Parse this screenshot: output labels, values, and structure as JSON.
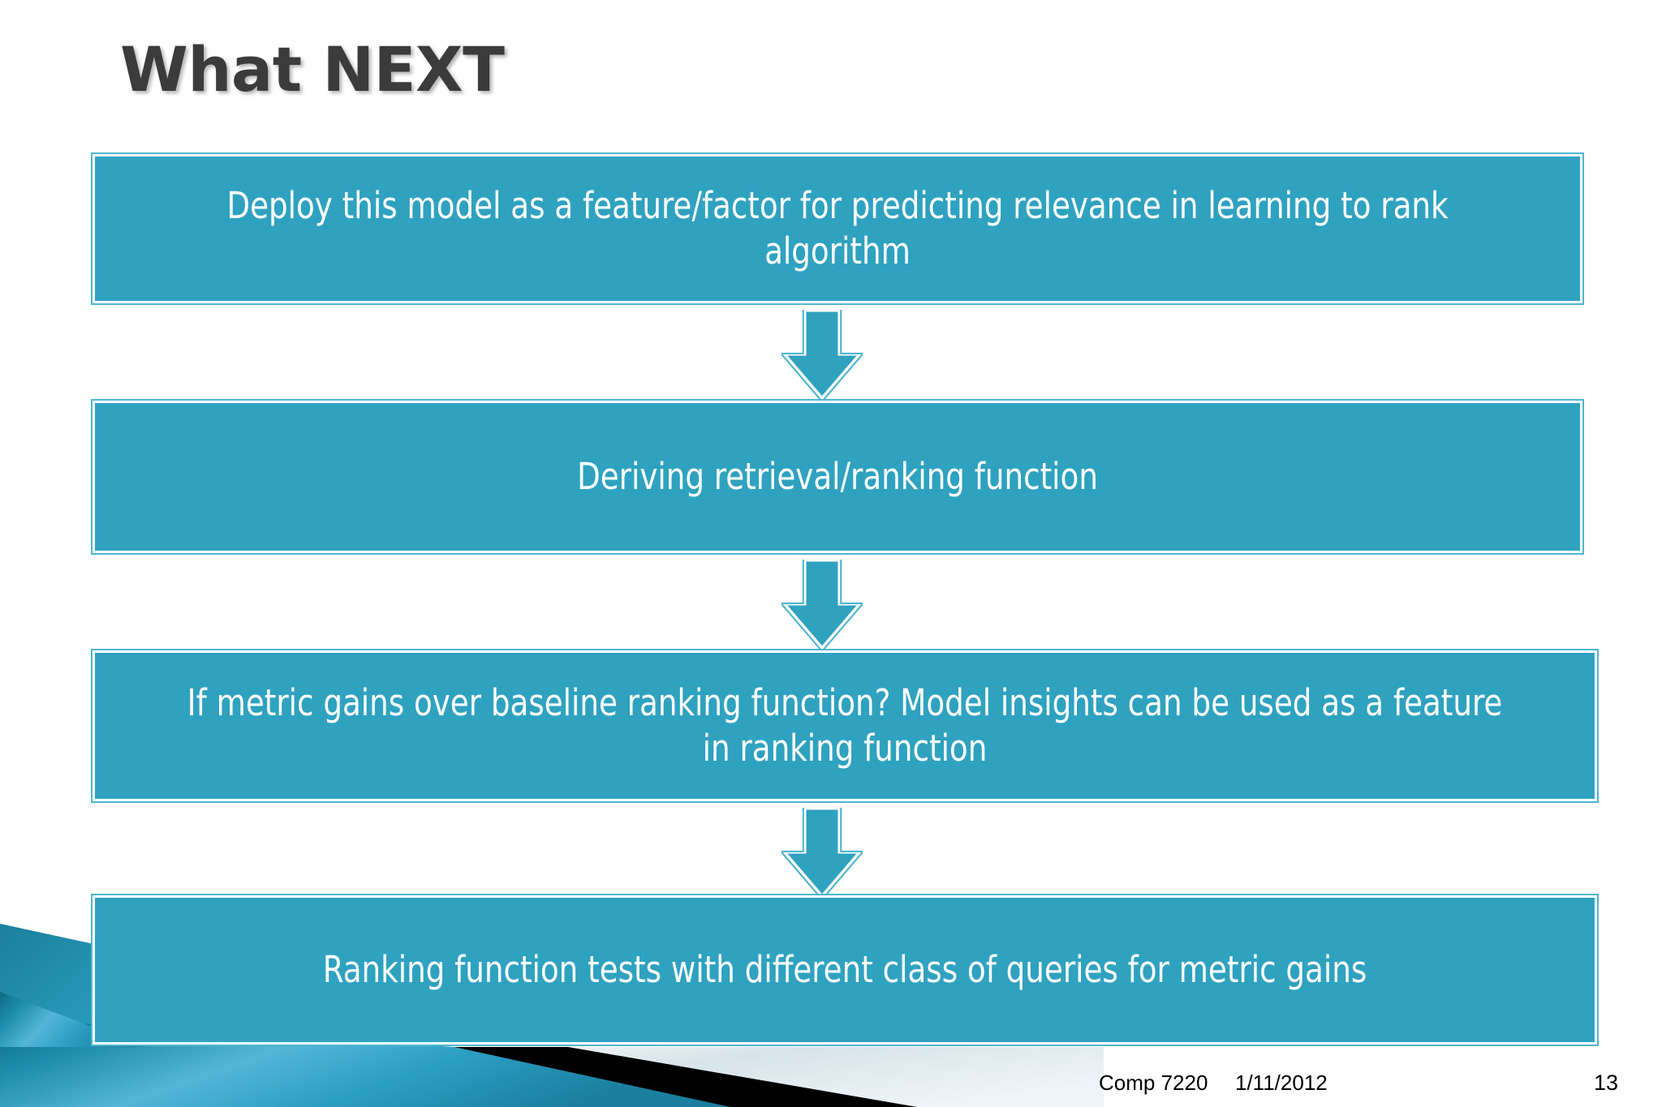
{
  "slide": {
    "title": "What NEXT",
    "colors": {
      "box_fill": "#2FA2C0",
      "box_border": "#4FB6CF",
      "box_inner_outline": "#FFFFFF",
      "title_text": "#3B3B3B",
      "box_text": "#FFFFFF",
      "background": "#FFFFFF",
      "decoration_black": "#000000",
      "decoration_light": "#DCE7EC"
    }
  },
  "flow": {
    "boxes": [
      {
        "id": "box-1",
        "text": "Deploy this model as a feature/factor for predicting relevance in learning to rank algorithm"
      },
      {
        "id": "box-2",
        "text": "Deriving retrieval/ranking function"
      },
      {
        "id": "box-3",
        "text": "If metric gains over baseline ranking function? Model insights can be used as a feature in ranking function"
      },
      {
        "id": "box-4",
        "text": "Ranking function tests with different class of queries for metric gains"
      }
    ],
    "arrows": [
      {
        "id": "arrow-1",
        "direction": "down"
      },
      {
        "id": "arrow-2",
        "direction": "down"
      },
      {
        "id": "arrow-3",
        "direction": "down"
      }
    ]
  },
  "footer": {
    "course": "Comp 7220",
    "date": "1/11/2012",
    "page_number": "13"
  }
}
